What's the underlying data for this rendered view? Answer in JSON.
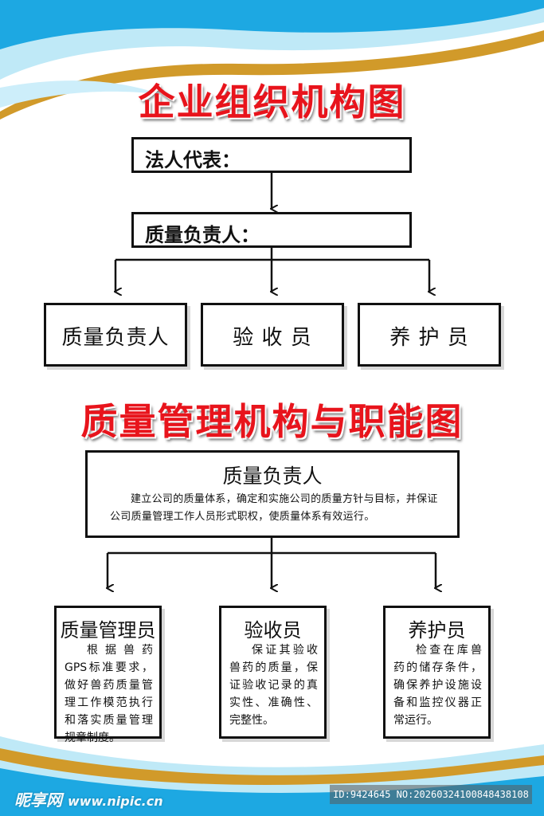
{
  "colors": {
    "title_red": "#e8141c",
    "wave_blue": "#1da8e2",
    "wave_light": "#bfe9f7",
    "wave_gold": "#d19a2a"
  },
  "diagram1": {
    "title": "企业组织机构图",
    "legal_rep": "法人代表：",
    "quality_head": "质量负责人：",
    "children": [
      "质量负责人",
      "验 收 员",
      "养 护 员"
    ]
  },
  "diagram2": {
    "title": "质量管理机构与职能图",
    "head": {
      "title": "质量负责人",
      "desc": "建立公司的质量体系，确定和实施公司的质量方针与目标，并保证公司质量管理工作人员形式职权，使质量体系有效运行。"
    },
    "roles": [
      {
        "title": "质量管理员",
        "desc": "根据兽药GPS标准要求，做好兽药质量管理工作模范执行和落实质量管理规章制度。"
      },
      {
        "title": "验收员",
        "desc": "保证其验收兽药的质量，保证验收记录的真实性、准确性、完整性。"
      },
      {
        "title": "养护员",
        "desc": "检查在库兽药的储存条件，确保养护设施设备和监控仪器正常运行。"
      }
    ]
  },
  "watermark": {
    "logo": "昵享网",
    "url": "www.nipic.cn",
    "id_text": "ID:9424645 NO:20260324100848438108"
  }
}
